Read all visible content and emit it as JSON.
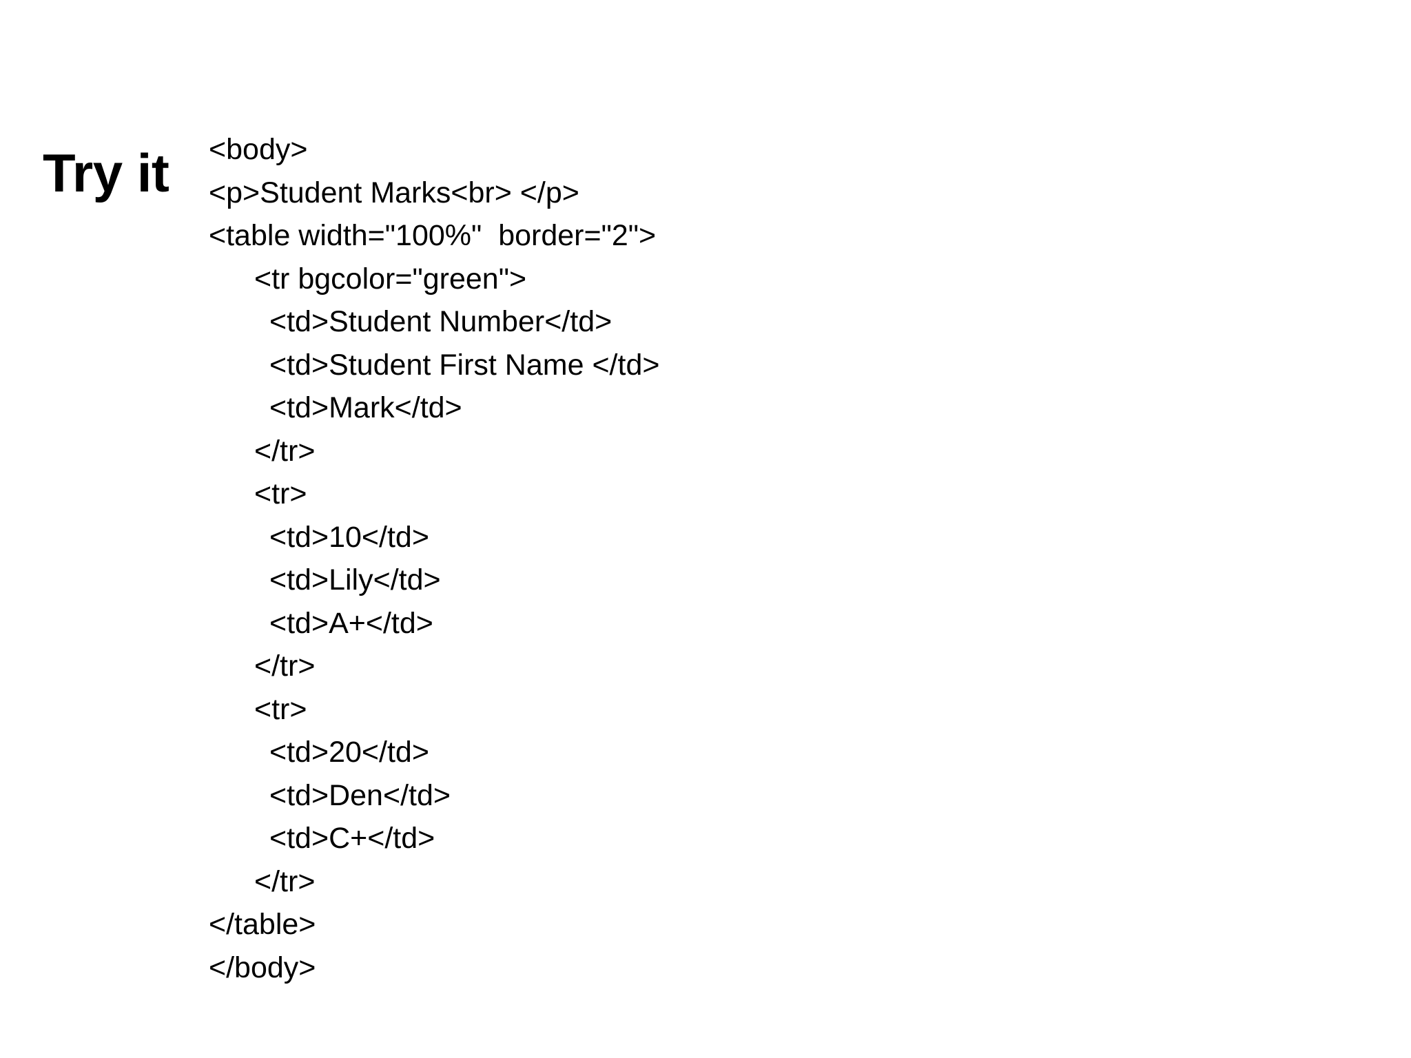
{
  "slide": {
    "title": "Try it",
    "background_color": "#ffffff",
    "text_color": "#000000"
  },
  "code": {
    "language": "html",
    "lines": [
      {
        "indent": 0,
        "text": "<body>"
      },
      {
        "indent": 0,
        "text": "<p>Student Marks<br> </p>"
      },
      {
        "indent": 0,
        "text": "<table width=\"100%\"  border=\"2\">"
      },
      {
        "indent": 1,
        "text": "<tr bgcolor=\"green\">"
      },
      {
        "indent": 2,
        "text": "<td>Student Number</td>"
      },
      {
        "indent": 2,
        "text": "<td>Student First Name </td>"
      },
      {
        "indent": 2,
        "text": "<td>Mark</td>"
      },
      {
        "indent": 1,
        "text": "</tr>"
      },
      {
        "indent": 1,
        "text": "<tr>"
      },
      {
        "indent": 2,
        "text": "<td>10</td>"
      },
      {
        "indent": 2,
        "text": "<td>Lily</td>"
      },
      {
        "indent": 2,
        "text": "<td>A+</td>"
      },
      {
        "indent": 1,
        "text": "</tr>"
      },
      {
        "indent": 1,
        "text": "<tr>"
      },
      {
        "indent": 2,
        "text": "<td>20</td>"
      },
      {
        "indent": 2,
        "text": "<td>Den</td>"
      },
      {
        "indent": 2,
        "text": "<td>C+</td>"
      },
      {
        "indent": 1,
        "text": "</tr>"
      },
      {
        "indent": 0,
        "text": "</table>"
      },
      {
        "indent": 0,
        "text": "</body>"
      }
    ]
  },
  "table_example": {
    "headers": [
      "Student Number",
      "Student First Name",
      "Mark"
    ],
    "header_bgcolor": "green",
    "rows": [
      [
        "10",
        "Lily",
        "A+"
      ],
      [
        "20",
        "Den",
        "C+"
      ]
    ],
    "table_width": "100%",
    "table_border": "2",
    "caption": "Student Marks"
  }
}
